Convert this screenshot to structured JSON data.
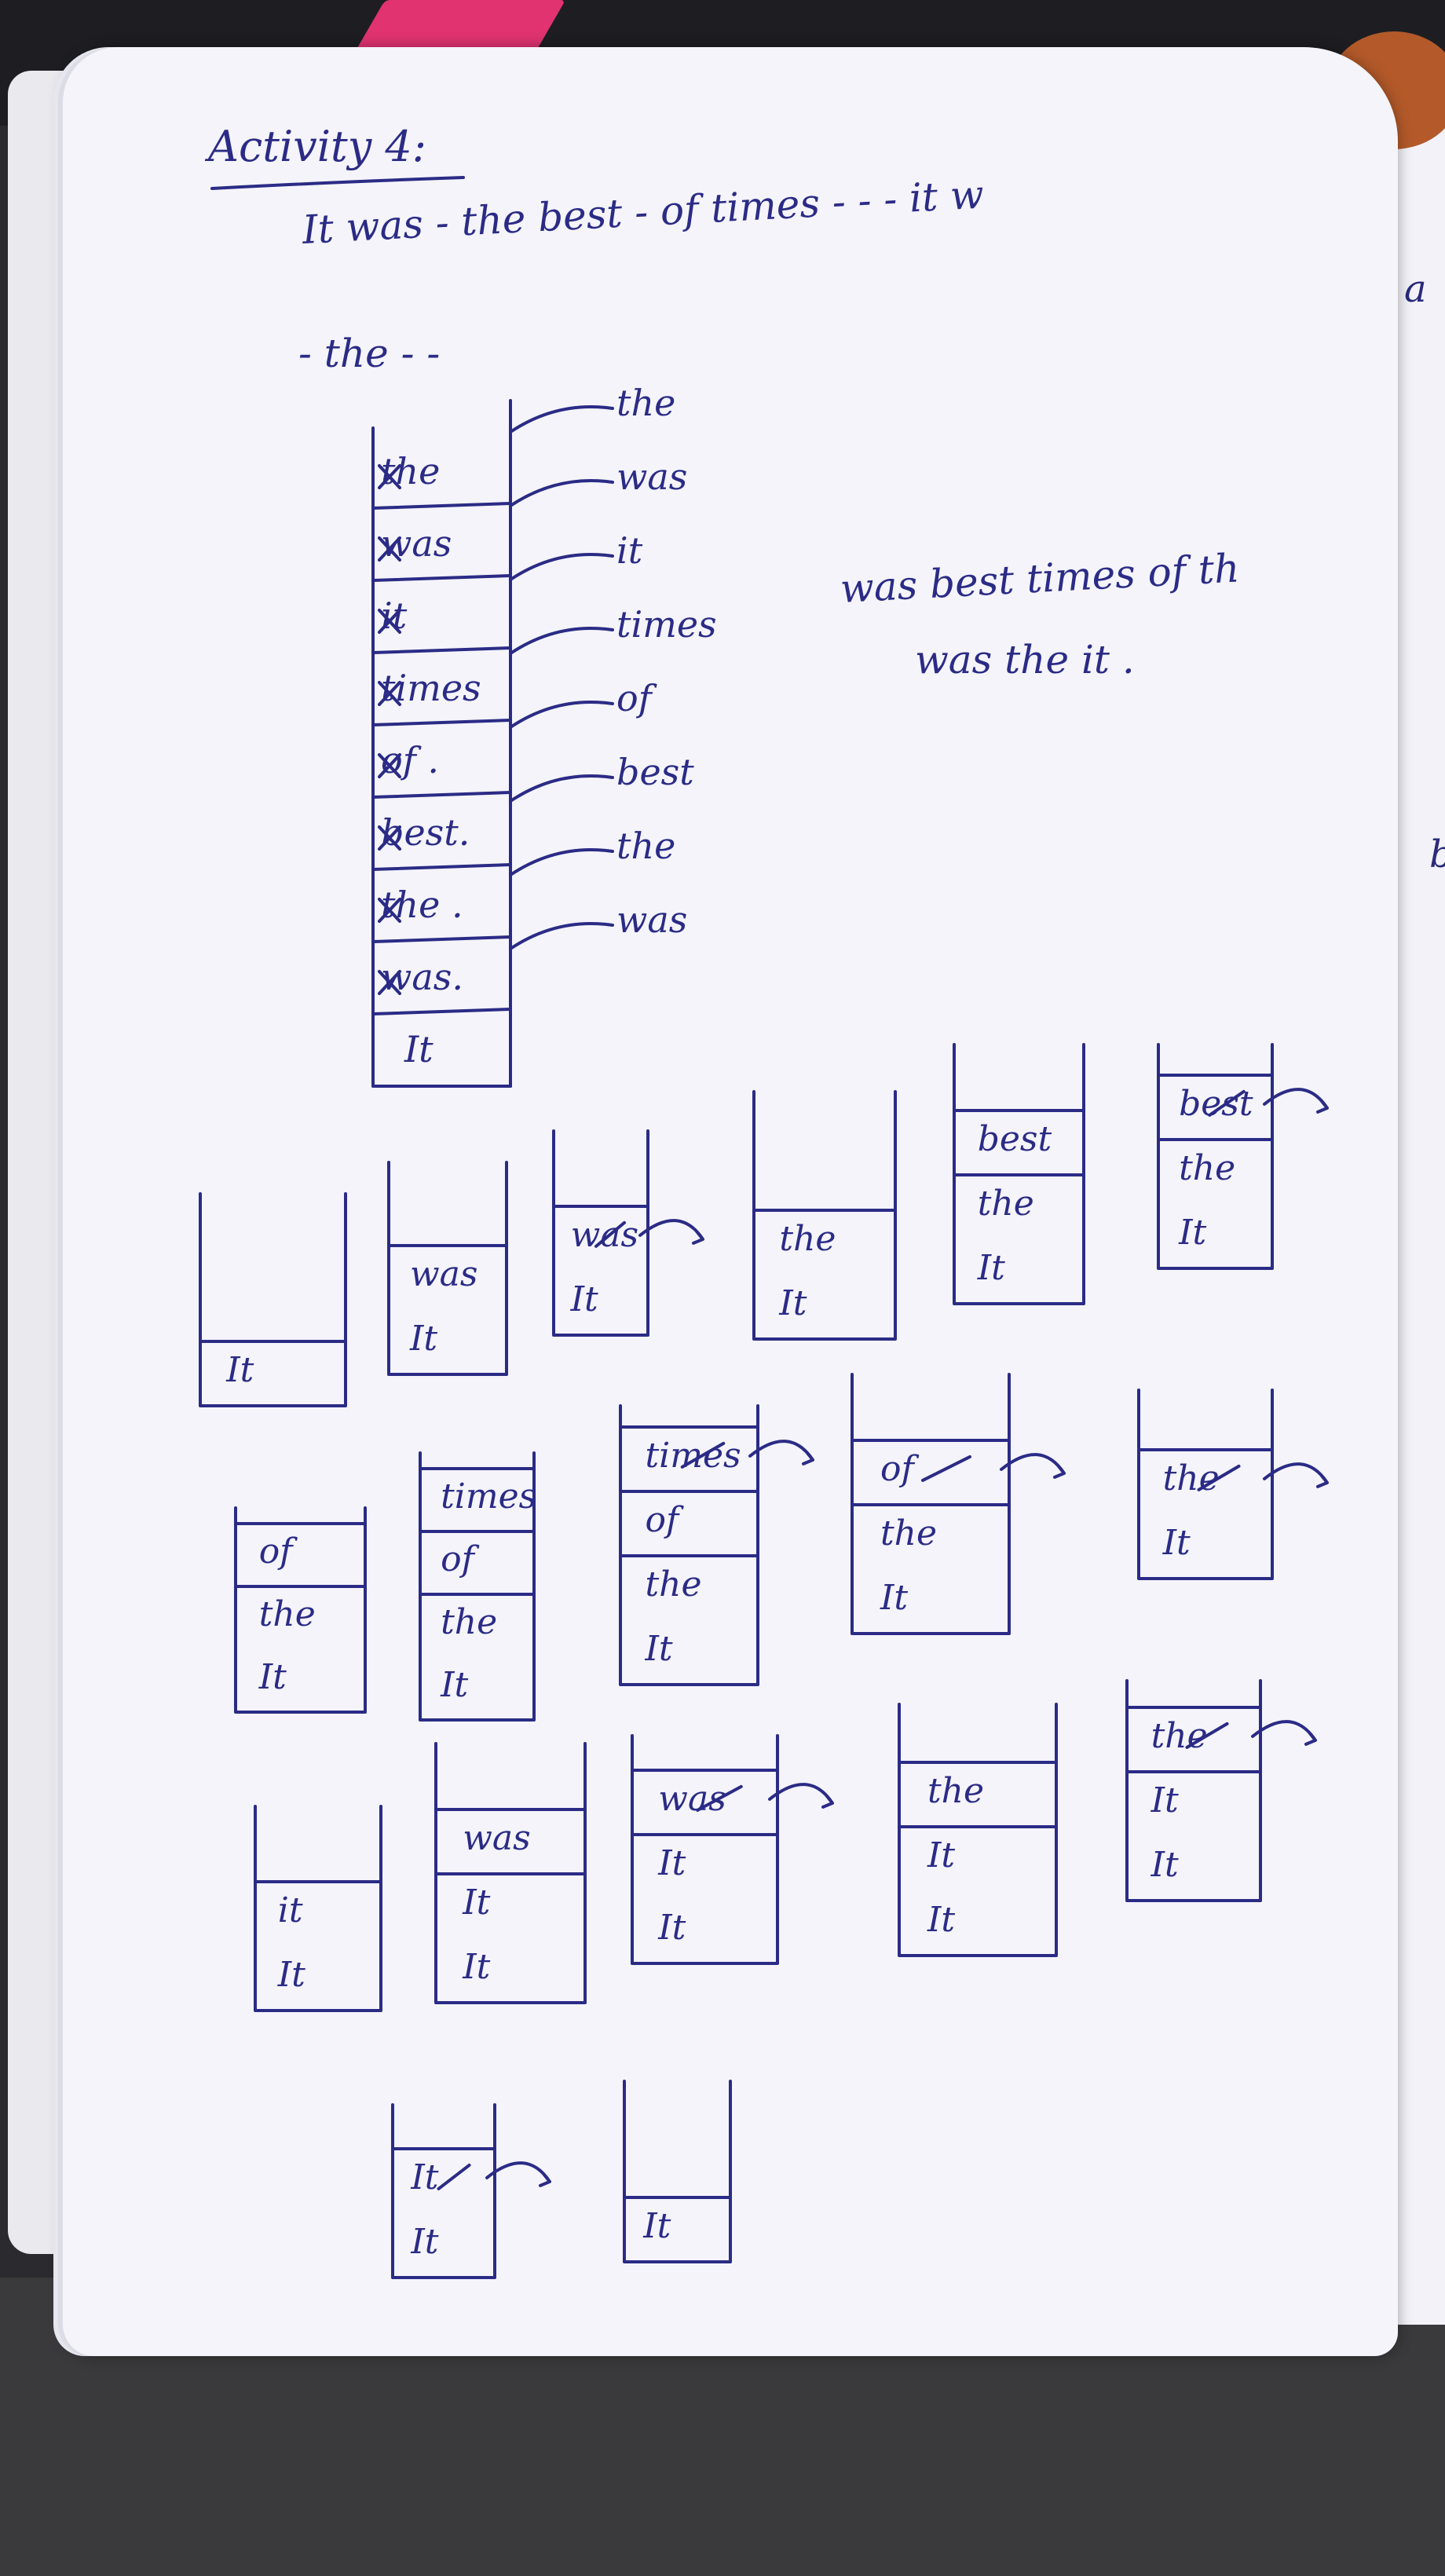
{
  "heading": "Activity 4:",
  "sentence_line1": "It  was  -  the  best  -  of  times  - - -  it  w",
  "sentence_line2": "-  the  - -",
  "tall_stack": [
    {
      "cell": "the",
      "crossed": true,
      "label": "the"
    },
    {
      "cell": "was",
      "crossed": true,
      "label": "was"
    },
    {
      "cell": "it",
      "crossed": true,
      "label": "it"
    },
    {
      "cell": "times",
      "crossed": true,
      "label": "times"
    },
    {
      "cell": "of .",
      "crossed": true,
      "label": "of"
    },
    {
      "cell": "best.",
      "crossed": true,
      "label": "best"
    },
    {
      "cell": "the .",
      "crossed": true,
      "label": "the"
    },
    {
      "cell": "was.",
      "crossed": true,
      "label": "was"
    },
    {
      "cell": "It",
      "crossed": false,
      "label": ""
    }
  ],
  "output_line1": "was  best  times  of  th",
  "output_line2": "was  the  it .",
  "right_page_letters": [
    "a",
    "b"
  ],
  "stacks": [
    {
      "cells": [
        "It"
      ],
      "popped": false
    },
    {
      "cells": [
        "was",
        "It"
      ],
      "popped": false
    },
    {
      "cells": [
        "was",
        "It"
      ],
      "popped": true
    },
    {
      "cells": [
        "the",
        "It"
      ],
      "popped": false
    },
    {
      "cells": [
        "best",
        "the",
        "It"
      ],
      "popped": false
    },
    {
      "cells": [
        "best",
        "the",
        "It"
      ],
      "popped": true
    },
    {
      "cells": [
        "of",
        "the",
        "It"
      ],
      "popped": false
    },
    {
      "cells": [
        "times",
        "of",
        "the",
        "It"
      ],
      "popped": false
    },
    {
      "cells": [
        "times",
        "of",
        "the",
        "It"
      ],
      "popped": true
    },
    {
      "cells": [
        "of",
        "the",
        "It"
      ],
      "popped": true
    },
    {
      "cells": [
        "the",
        "It"
      ],
      "popped": true
    },
    {
      "cells": [
        "it",
        "It"
      ],
      "popped": false
    },
    {
      "cells": [
        "was",
        "It",
        "It"
      ],
      "popped": false
    },
    {
      "cells": [
        "was",
        "It",
        "It"
      ],
      "popped": true
    },
    {
      "cells": [
        "the",
        "It",
        "It"
      ],
      "popped": false
    },
    {
      "cells": [
        "the",
        "It",
        "It"
      ],
      "popped": true
    },
    {
      "cells": [
        "It",
        "It"
      ],
      "popped": true
    },
    {
      "cells": [
        "It"
      ],
      "popped": false
    }
  ]
}
